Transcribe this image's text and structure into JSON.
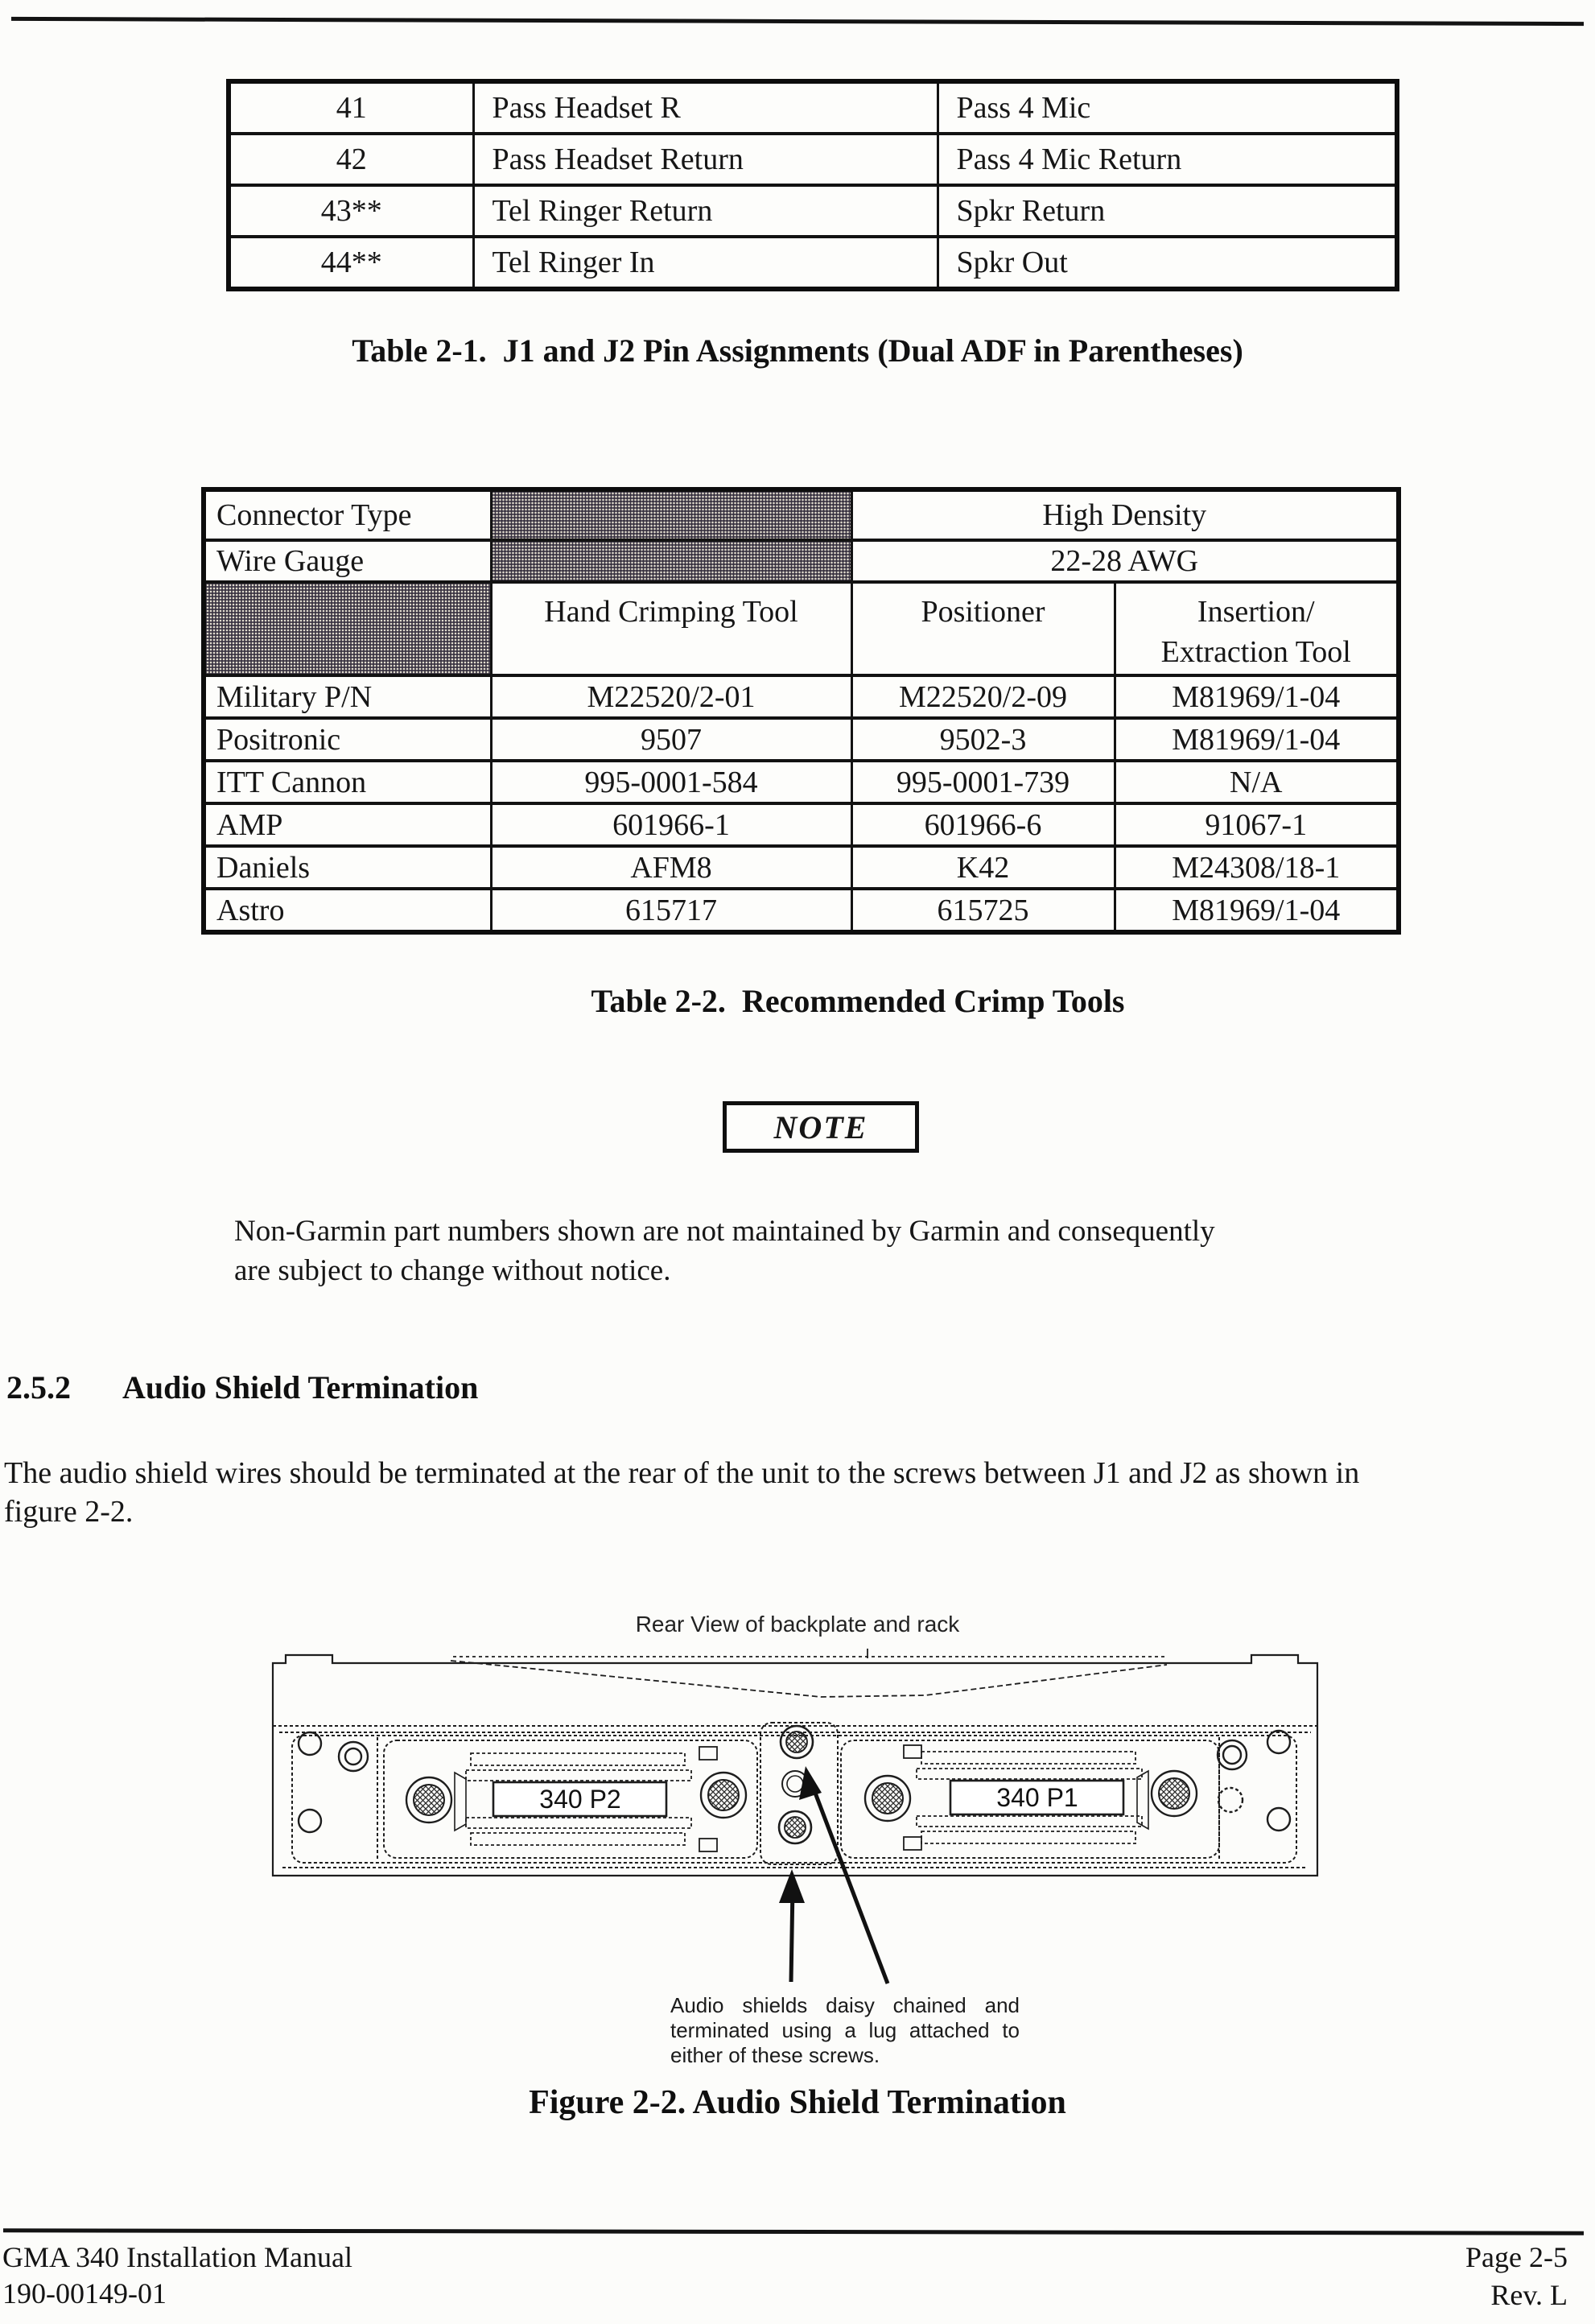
{
  "table1": {
    "caption": "Table 2-1.  J1 and J2 Pin Assignments (Dual ADF in Parentheses)",
    "rows": [
      [
        "41",
        "Pass Headset R",
        "Pass 4 Mic"
      ],
      [
        "42",
        "Pass Headset Return",
        "Pass 4 Mic Return"
      ],
      [
        "43**",
        "Tel Ringer Return",
        "Spkr Return"
      ],
      [
        "44**",
        "Tel Ringer In",
        "Spkr Out"
      ]
    ]
  },
  "table2": {
    "caption": "Table 2-2.  Recommended Crimp Tools",
    "header": {
      "connector_type": "Connector Type",
      "wire_gauge": "Wire Gauge",
      "high_density": "High Density",
      "awg": "22-28 AWG",
      "hand_crimping_tool": "Hand Crimping Tool",
      "positioner": "Positioner",
      "insertion_line1": "Insertion/",
      "insertion_line2": "Extraction Tool"
    },
    "rows": [
      [
        "Military P/N",
        "M22520/2-01",
        "M22520/2-09",
        "M81969/1-04"
      ],
      [
        "Positronic",
        "9507",
        "9502-3",
        "M81969/1-04"
      ],
      [
        "ITT Cannon",
        "995-0001-584",
        "995-0001-739",
        "N/A"
      ],
      [
        "AMP",
        "601966-1",
        "601966-6",
        "91067-1"
      ],
      [
        "Daniels",
        "AFM8",
        "K42",
        "M24308/18-1"
      ],
      [
        "Astro",
        "615717",
        "615725",
        "M81969/1-04"
      ]
    ]
  },
  "note": {
    "label": "NOTE",
    "lines": [
      "Non-Garmin part numbers shown are not maintained by Garmin and consequently",
      "are subject to change without notice."
    ]
  },
  "section": {
    "number": "2.5.2",
    "title": "Audio Shield Termination",
    "lines": [
      "The audio shield wires should be terminated at the rear of the unit to the screws between J1 and J2 as shown in",
      "figure 2-2."
    ]
  },
  "figure": {
    "top_label": "Rear View of backplate and rack",
    "connector_labels": {
      "left": "340 P2",
      "right": "340 P1"
    },
    "annotation_lines": [
      "Audio shields daisy chained and",
      "terminated using a lug attached to",
      "either of these screws."
    ],
    "caption": "Figure 2-2. Audio Shield Termination"
  },
  "footer": {
    "manual": "GMA 340 Installation Manual",
    "part_number": "190-00149-01",
    "page": "Page 2-5",
    "revision": "Rev. L"
  }
}
